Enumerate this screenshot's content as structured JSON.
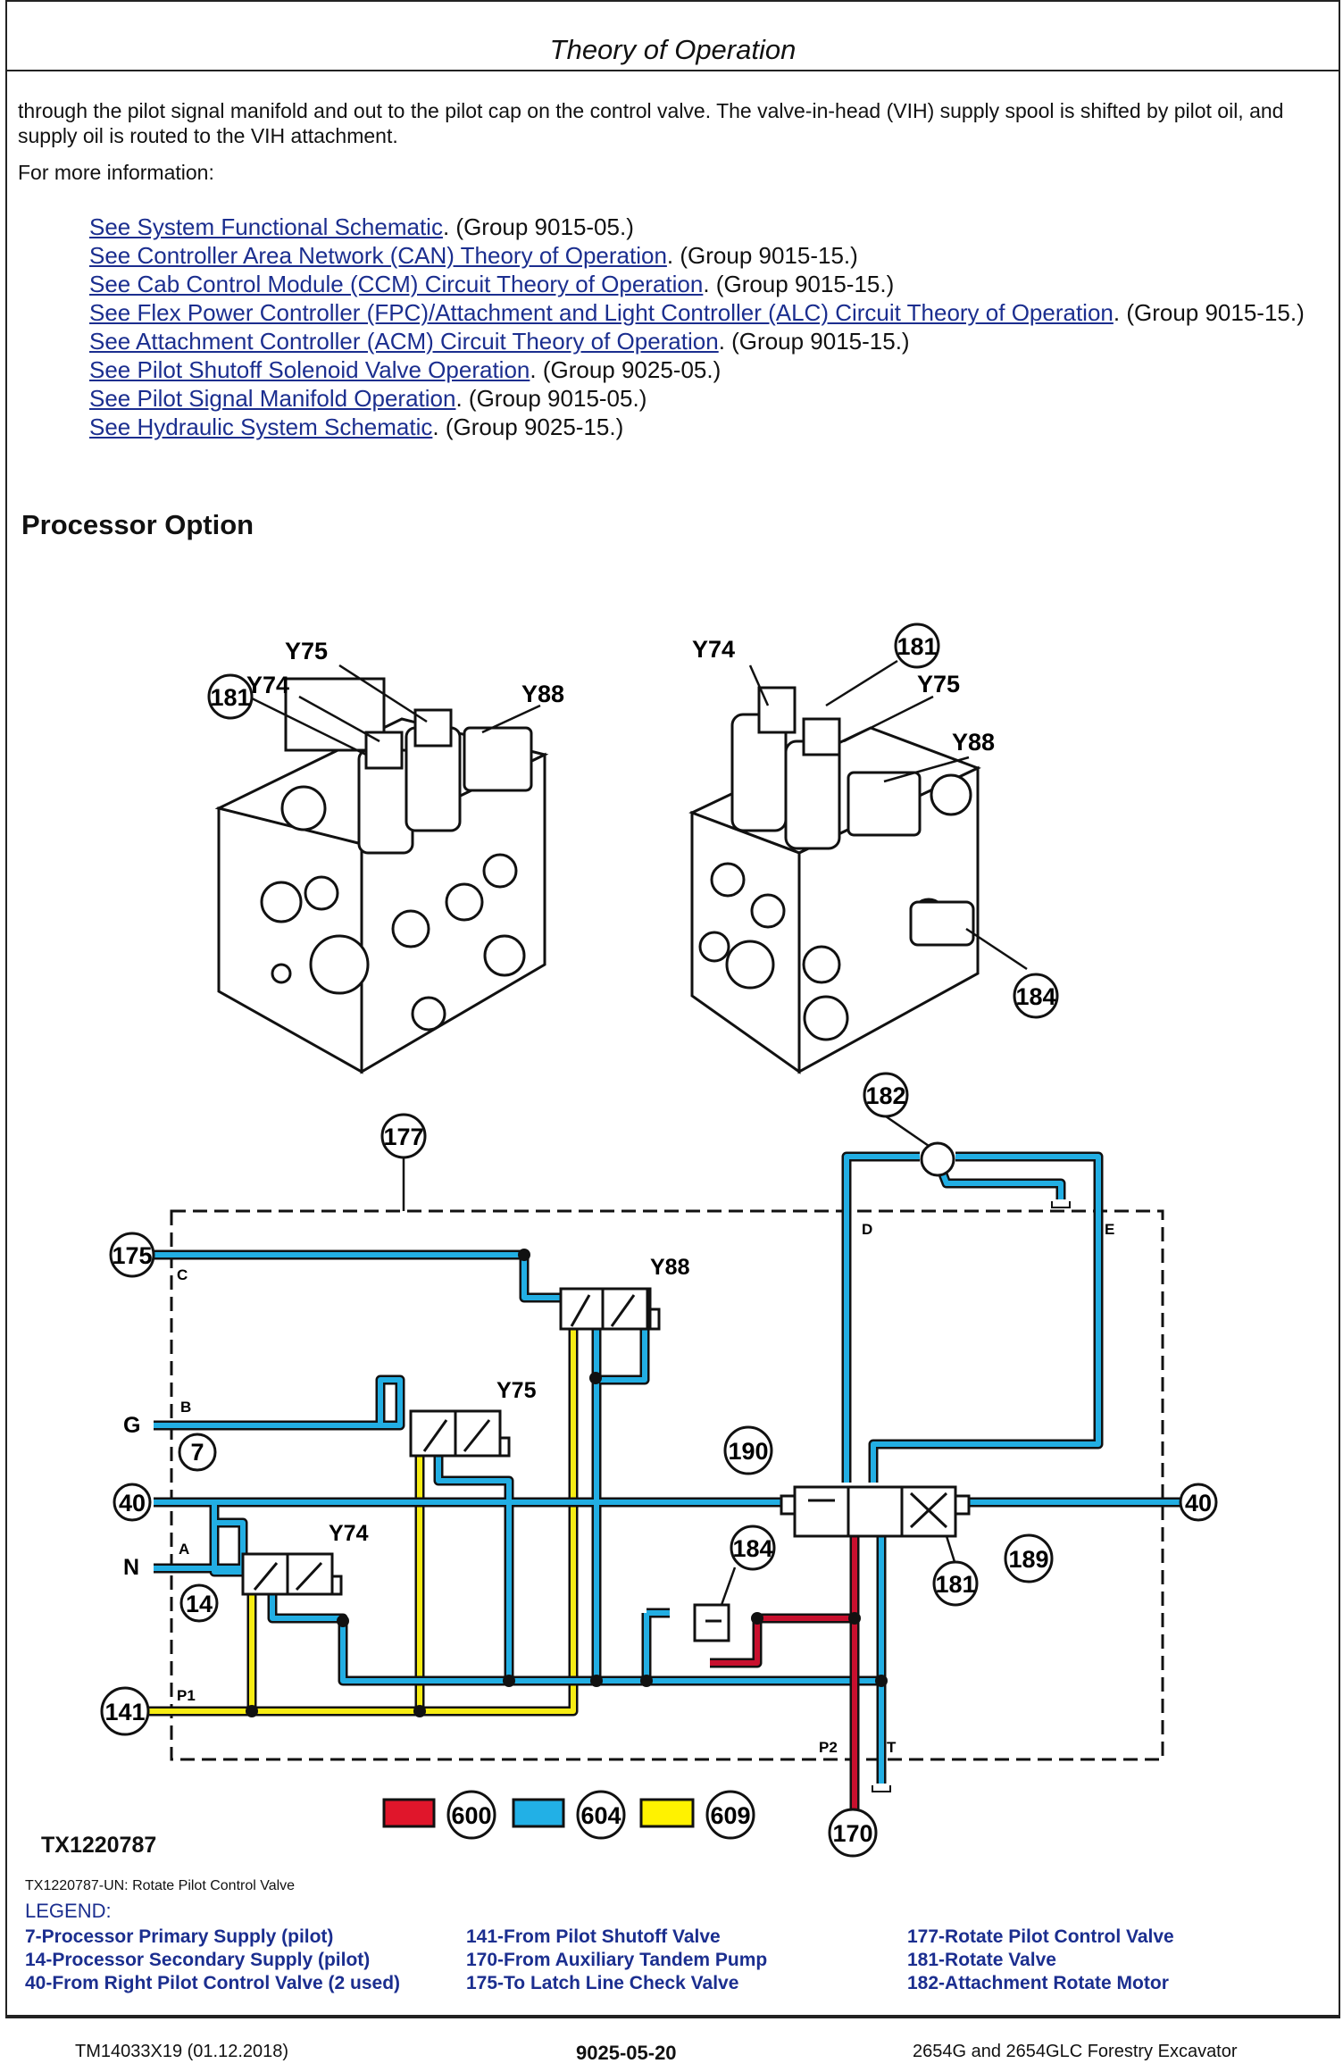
{
  "header": {
    "title": "Theory of Operation"
  },
  "intro": "through the pilot signal manifold and out to the pilot cap on the control valve. The valve-in-head (VIH) supply spool is shifted by pilot oil, and supply oil is routed to the VIH attachment.",
  "more_info": "For more information:",
  "links": [
    {
      "link": "See System Functional Schematic",
      "ref": ". (Group 9015-05.)"
    },
    {
      "link": "See Controller Area Network (CAN) Theory of Operation",
      "ref": ". (Group 9015-15.)"
    },
    {
      "link": "See Cab Control Module (CCM) Circuit Theory of Operation",
      "ref": ". (Group 9015-15.)"
    },
    {
      "link": "See Flex Power Controller (FPC)/Attachment and Light Controller (ALC) Circuit Theory of Operation",
      "ref": ". (Group 9015-15.)"
    },
    {
      "link": "See Attachment Controller (ACM) Circuit Theory of Operation",
      "ref": ". (Group 9015-15.)"
    },
    {
      "link": "See Pilot Shutoff Solenoid Valve Operation",
      "ref": ". (Group 9025-05.)"
    },
    {
      "link": "See Pilot Signal Manifold Operation",
      "ref": ". (Group 9015-05.)"
    },
    {
      "link": "See Hydraulic System Schematic",
      "ref": ". (Group 9025-15.)"
    }
  ],
  "section_title": "Processor Option",
  "figure": {
    "manifold_labels": {
      "y74": "Y74",
      "y75": "Y75",
      "y88": "Y88",
      "n181": "181",
      "n184": "184"
    },
    "callouts": {
      "c177": "177",
      "c182": "182",
      "c175": "175",
      "c7": "7",
      "c40": "40",
      "c14": "14",
      "c141": "141",
      "c190": "190",
      "c184": "184",
      "c181": "181",
      "c189": "189",
      "c170": "170"
    },
    "letters": {
      "G": "G",
      "N": "N",
      "C": "C",
      "B": "B",
      "A": "A",
      "P1": "P1",
      "D": "D",
      "E": "E",
      "P2": "P2",
      "T": "T"
    },
    "key": [
      {
        "code": "600",
        "color": "#e0162b"
      },
      {
        "code": "604",
        "color": "#22b0e6"
      },
      {
        "code": "609",
        "color": "#fff200"
      }
    ],
    "line_colors": {
      "red": "#c8102e",
      "blue": "#22aee3",
      "yellow": "#f7ec13"
    }
  },
  "figure_id": "TX1220787",
  "caption": "TX1220787-UN: Rotate Pilot Control Valve",
  "legend_title": "LEGEND:",
  "legend_cols": [
    [
      "7-Processor Primary Supply (pilot)",
      "14-Processor Secondary Supply (pilot)",
      "40-From Right Pilot Control Valve (2 used)"
    ],
    [
      "141-From Pilot Shutoff Valve",
      "170-From Auxiliary Tandem Pump",
      "175-To Latch Line Check Valve"
    ],
    [
      "177-Rotate Pilot Control Valve",
      "181-Rotate Valve",
      "182-Attachment Rotate Motor"
    ]
  ],
  "footer": {
    "left": "TM14033X19 (01.12.2018)",
    "center": "9025-05-20",
    "right": "2654G and 2654GLC Forestry Excavator"
  }
}
